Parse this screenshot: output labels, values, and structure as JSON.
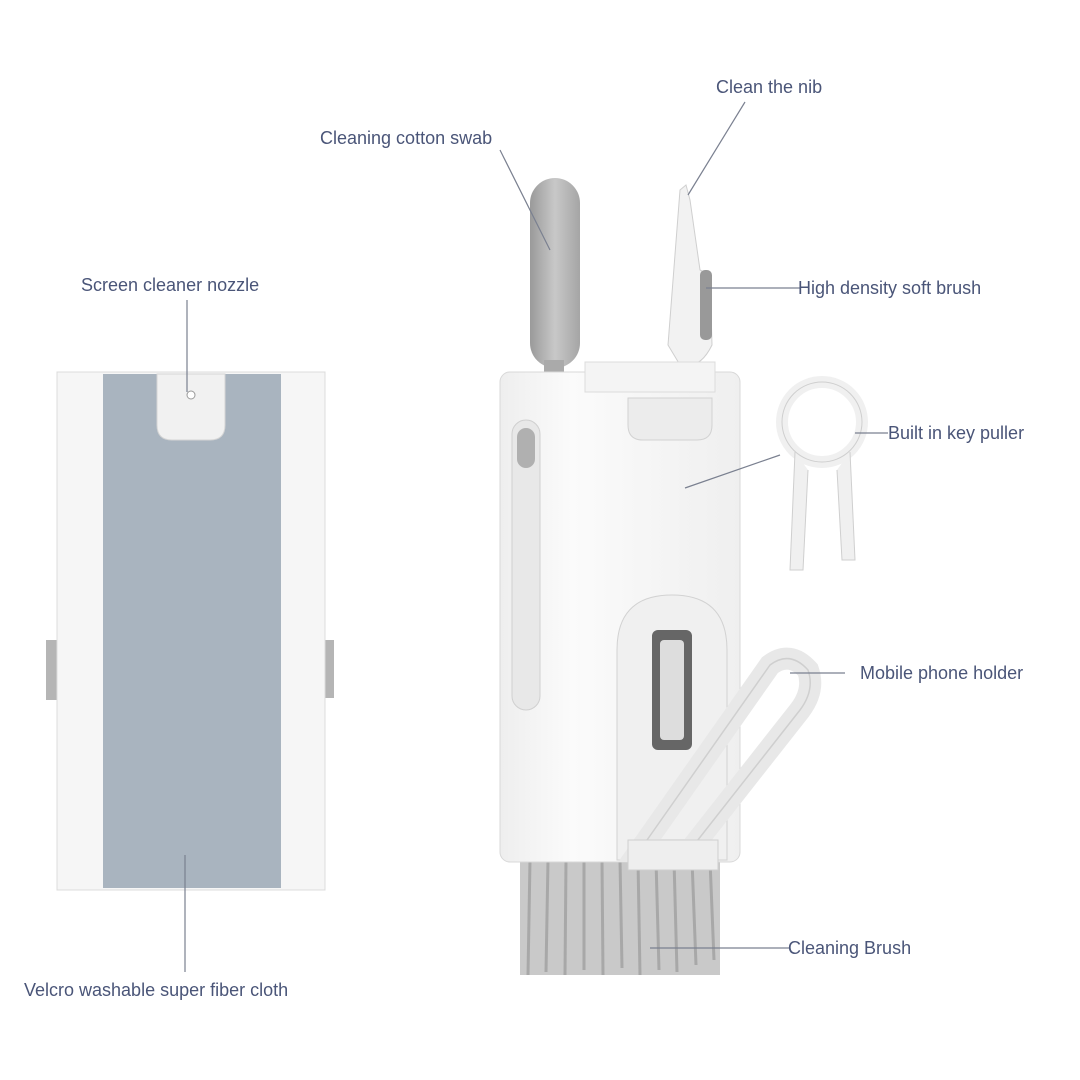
{
  "labels": {
    "clean_nib": "Clean the nib",
    "cotton_swab": "Cleaning cotton swab",
    "nozzle": "Screen cleaner nozzle",
    "soft_brush": "High density soft brush",
    "key_puller": "Built in key puller",
    "phone_holder": "Mobile phone holder",
    "cleaning_brush": "Cleaning Brush",
    "cloth": "Velcro washable super fiber cloth"
  },
  "colors": {
    "text": "#4a5578",
    "panel": "#a9b4bf",
    "body": "#f7f7f7",
    "line": "#7a8090"
  }
}
